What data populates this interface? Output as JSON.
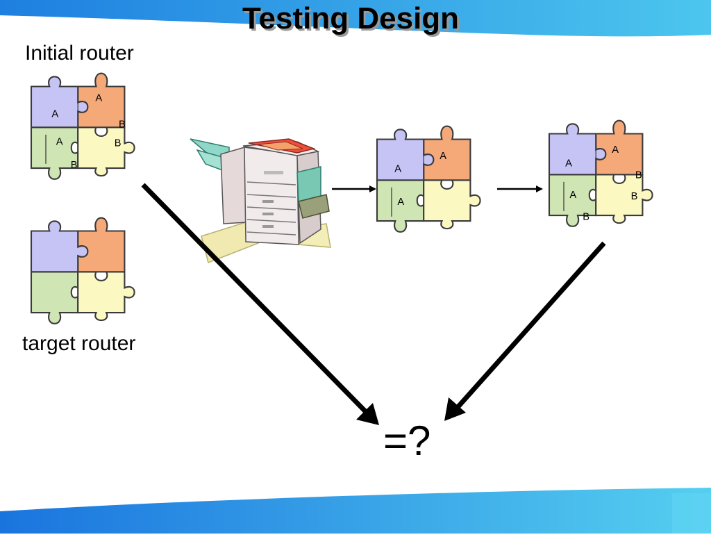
{
  "slide": {
    "title": "Testing Design",
    "initial_label": "Initial router",
    "target_label": "target router",
    "result_text": "=?"
  },
  "piece_letters": {
    "a": "A",
    "b": "B"
  },
  "colors": {
    "purple": "#c6c3f5",
    "orange": "#f5a878",
    "green": "#cfe6b4",
    "yellow": "#fbf8c2",
    "band_blue": "#2a9be6",
    "band_light": "#6fd0f2"
  },
  "icons": [
    "copier-machine-icon",
    "puzzle-icon",
    "arrow-icon"
  ]
}
